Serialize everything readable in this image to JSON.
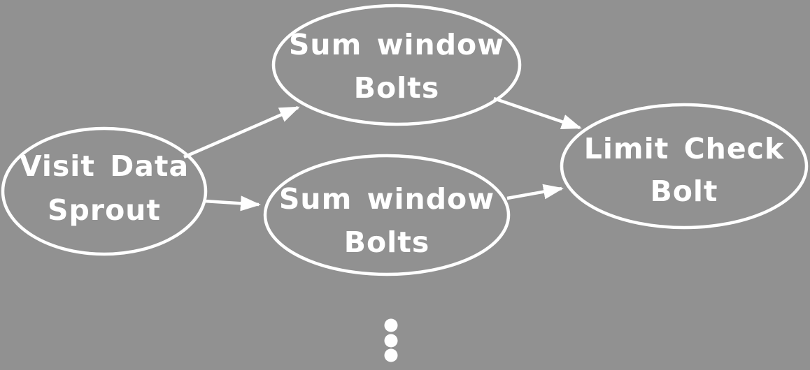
{
  "colors": {
    "background": "#919191",
    "stroke": "#ffffff",
    "text": "#ffffff"
  },
  "diagram": {
    "nodes": [
      {
        "id": "visit-data-sprout",
        "lines": [
          "Visit Data",
          "Sprout"
        ]
      },
      {
        "id": "sum-window-bolts-top",
        "lines": [
          "Sum window",
          "Bolts"
        ]
      },
      {
        "id": "sum-window-bolts-mid",
        "lines": [
          "Sum window",
          "Bolts"
        ]
      },
      {
        "id": "limit-check-bolt",
        "lines": [
          "Limit Check",
          "Bolt"
        ]
      }
    ],
    "edges": [
      {
        "from": "visit-data-sprout",
        "to": "sum-window-bolts-top"
      },
      {
        "from": "visit-data-sprout",
        "to": "sum-window-bolts-mid"
      },
      {
        "from": "sum-window-bolts-top",
        "to": "limit-check-bolt"
      },
      {
        "from": "sum-window-bolts-mid",
        "to": "limit-check-bolt"
      }
    ],
    "ellipsis_dots": 3
  }
}
